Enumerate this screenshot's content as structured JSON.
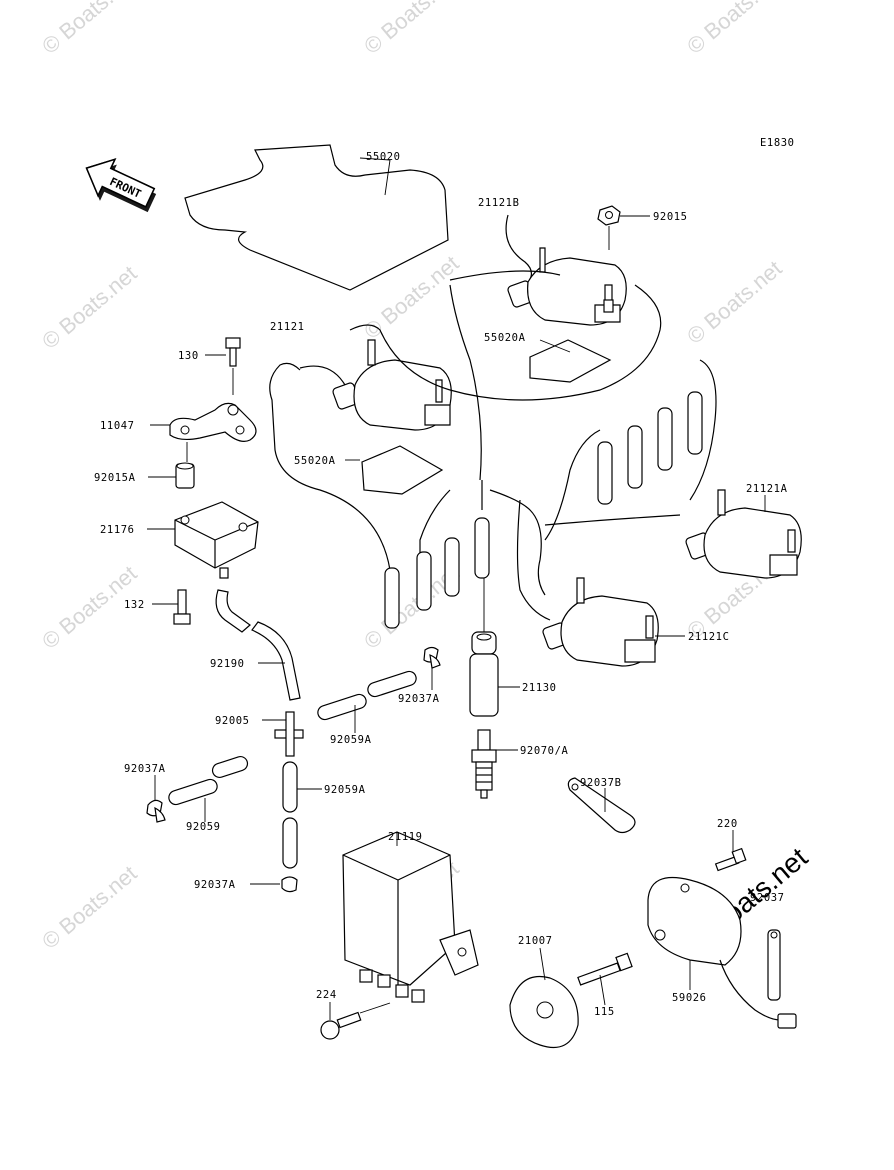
{
  "diagram": {
    "code": "E1830",
    "front_label": "FRONT",
    "watermark": "© Boats.net",
    "corner_watermark": "©Boats.net",
    "part_labels": {
      "p55020": "55020",
      "p21121B": "21121B",
      "p92015": "92015",
      "p55020A_top": "55020A",
      "p21121": "21121",
      "p130": "130",
      "p11047": "11047",
      "p92015A": "92015A",
      "p55020A_mid": "55020A",
      "p21176": "21176",
      "p21121A": "21121A",
      "p132": "132",
      "p21121C": "21121C",
      "p92190": "92190",
      "p92037A_top": "92037A",
      "p21130": "21130",
      "p92005": "92005",
      "p92059A_top": "92059A",
      "p92070A": "92070/A",
      "p92037A_left": "92037A",
      "p92059A_mid": "92059A",
      "p92037B": "92037B",
      "p92059": "92059",
      "p220": "220",
      "p21119": "21119",
      "p92037A_bot": "92037A",
      "p92037": "92037",
      "p21007": "21007",
      "p224": "224",
      "p115": "115",
      "p59026": "59026"
    }
  }
}
